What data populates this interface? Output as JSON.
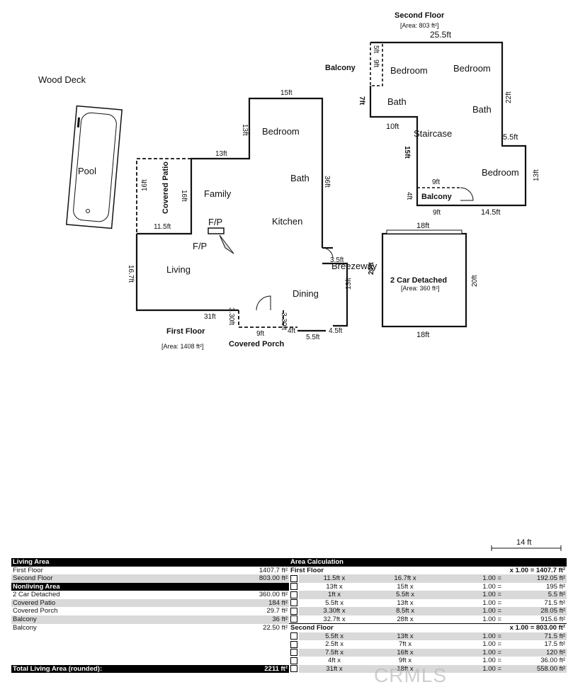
{
  "plan": {
    "labels": {
      "wood_deck": "Wood Deck",
      "pool": "Pool",
      "second_floor_title": "Second Floor",
      "second_floor_area": "[Area: 803 ft²]",
      "first_floor_title": "First Floor",
      "first_floor_area": "[Area: 1408 ft²]",
      "garage_title": "2 Car Detached",
      "garage_area": "[Area: 360 ft²]",
      "covered_patio": "Covered Patio",
      "covered_porch": "Covered Porch",
      "balcony_left": "Balcony",
      "balcony_bottom": "Balcony",
      "breezeway": "Breezeway",
      "fp1": "F/P",
      "fp2": "F/P"
    },
    "rooms": {
      "bedroom_1": "Bedroom",
      "bath_1": "Bath",
      "family": "Family",
      "kitchen": "Kitchen",
      "living": "Living",
      "dining": "Dining",
      "sf_bedroom_1": "Bedroom",
      "sf_bedroom_2": "Bedroom",
      "sf_bath_1": "Bath",
      "sf_bath_2": "Bath",
      "staircase": "Staircase",
      "sf_bedroom_3": "Bedroom"
    },
    "dims": {
      "d15": "15ft",
      "d13a": "13ft",
      "d13b": "13ft",
      "d36": "36ft",
      "d16a": "16ft",
      "d16b": "16ft",
      "d115": "11.5ft",
      "d167": "16.7ft",
      "d31": "31ft",
      "d330a": "3.30ft",
      "d330b": "3.30ft",
      "d9a": "9ft",
      "d4": "4ft",
      "d55": "5.5ft",
      "d45": "4.5ft",
      "d13c": "13ft",
      "d35": "3.5ft",
      "d255": "25.5ft",
      "d5": "5ft",
      "d9b": "9ft",
      "d7": "7ft",
      "d22": "22ft",
      "d10": "10ft",
      "d15b": "15ft",
      "d55b": "5.5ft",
      "d13d": "13ft",
      "d9c": "9ft",
      "d4b": "4ft",
      "d9d": "9ft",
      "d145": "14.5ft",
      "d18a": "18ft",
      "d20a": "20ft",
      "d20b": "20ft",
      "d18b": "18ft"
    }
  },
  "scale": {
    "label": "14 ft"
  },
  "table": {
    "left_header": "Living Area",
    "right_header": "Area Calculation",
    "first_floor_section": "First Floor",
    "first_floor_factor": "x 1.00 = 1407.7 ft²",
    "second_floor_section": "Second Floor",
    "second_floor_factor": "x 1.00 = 803.00 ft²",
    "nonliving_header": "Nonliving Area",
    "total_label": "Total Living Area (rounded):",
    "total_value": "2211 ft²",
    "rows": [
      {
        "name": "First Floor",
        "val": "1407.7 ft²"
      },
      {
        "name": "Second Floor",
        "val": "803.00 ft²",
        "a": "11.5ft x",
        "b": "16.7ft x",
        "f": "1.00 =",
        "res": "192.05 ft²"
      },
      {
        "a": "13ft x",
        "b": "15ft x",
        "f": "1.00 =",
        "res": "195 ft²"
      },
      {
        "name": "2 Car Detached",
        "val": "360.00 ft²",
        "a": "1ft x",
        "b": "5.5ft x",
        "f": "1.00 =",
        "res": "5.5 ft²"
      },
      {
        "name": "Covered Patio",
        "val": "184 ft²",
        "a": "5.5ft x",
        "b": "13ft x",
        "f": "1.00 =",
        "res": "71.5 ft²"
      },
      {
        "name": "Covered Porch",
        "val": "29.7 ft²",
        "a": "3.30ft x",
        "b": "8.5ft x",
        "f": "1.00 =",
        "res": "28.05 ft²"
      },
      {
        "name": "Balcony",
        "val": "36 ft²",
        "a": "32.7ft x",
        "b": "28ft x",
        "f": "1.00 =",
        "res": "915.6 ft²"
      },
      {
        "name": "Balcony",
        "val": "22.50 ft²"
      },
      {
        "a": "5.5ft x",
        "b": "13ft x",
        "f": "1.00 =",
        "res": "71.5 ft²"
      },
      {
        "a": "2.5ft x",
        "b": "7ft x",
        "f": "1.00 =",
        "res": "17.5 ft²"
      },
      {
        "a": "7.5ft x",
        "b": "16ft x",
        "f": "1.00 =",
        "res": "120 ft²"
      },
      {
        "a": "4ft x",
        "b": "9ft x",
        "f": "1.00 =",
        "res": "36.00 ft²"
      },
      {
        "a": "31ft x",
        "b": "18ft x",
        "f": "1.00 =",
        "res": "558.00 ft²"
      }
    ]
  },
  "watermark": "CRMLS"
}
